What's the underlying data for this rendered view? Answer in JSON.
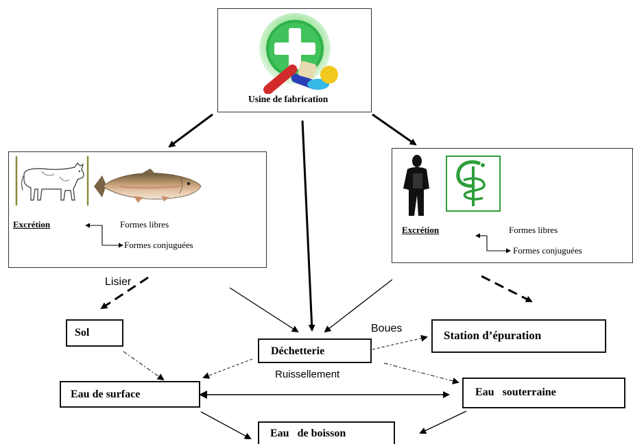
{
  "nodes": {
    "factory": {
      "label": "Usine de fabrication"
    },
    "veterinary": {
      "excretion": "Excrétion",
      "free_forms": "Formes libres",
      "conjugated_forms": "Formes conjuguées"
    },
    "human": {
      "excretion": "Excrétion",
      "free_forms": "Formes libres",
      "conjugated_forms": "Formes conjuguées"
    },
    "soil": {
      "label": "Sol"
    },
    "waste": {
      "label": "Déchetterie"
    },
    "treatment": {
      "label": "Station d’épuration"
    },
    "surface_water": {
      "label": "Eau de surface"
    },
    "ground_water": {
      "label": "Eau   souterraine"
    },
    "drinking_water": {
      "label": "Eau   de boisson"
    }
  },
  "edge_labels": {
    "lisier": "Lisier",
    "boues": "Boues",
    "ruissellement": "Ruissellement"
  },
  "colors": {
    "cross_green": "#2fb24a",
    "pharmacy_green": "#2e9e3a"
  },
  "icons": [
    "medicine-cross-icon",
    "cow-icon",
    "fish-icon",
    "person-silhouette-icon",
    "pharmacy-caduceus-icon"
  ]
}
